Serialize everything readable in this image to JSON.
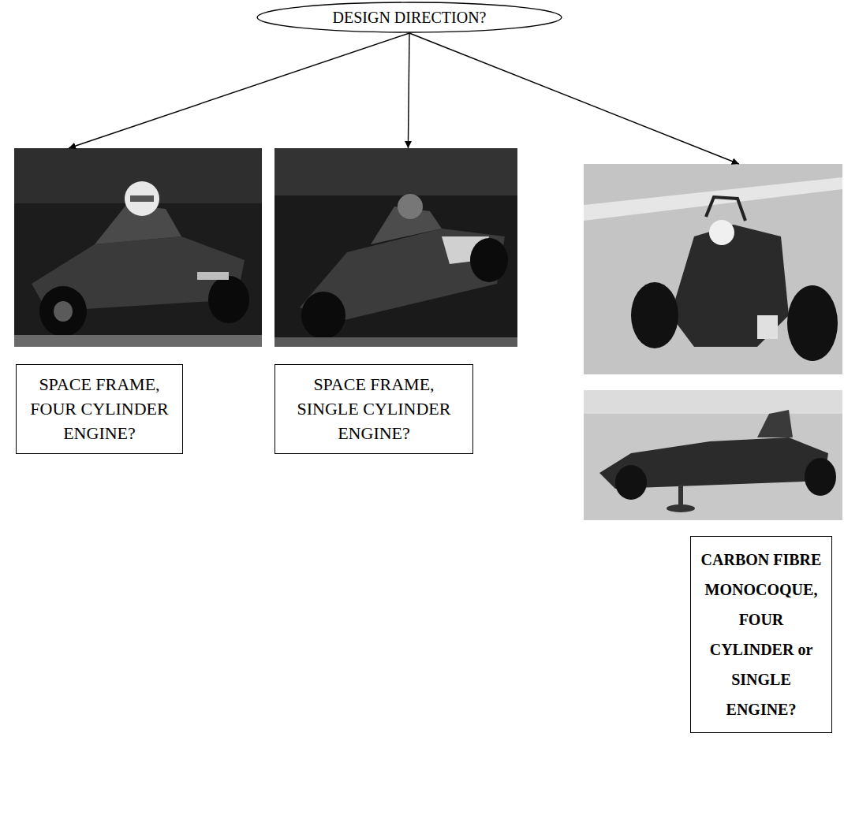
{
  "diagram": {
    "nodes": [
      {
        "text": [
          "DESIGN DIRECTION?"
        ]
      },
      {
        "text": [
          "SPACE FRAME, FOUR CYLINDER ENGINE?"
        ]
      },
      {
        "text": [
          "SPACE FRAME, SINGLE CYLINDER ENGINE?"
        ]
      },
      {
        "text": [
          "CARBON FIBRE MONOCOQUE, FOUR CYLINDER or SINGLE ENGINE?"
        ]
      }
    ],
    "edges": [
      {
        "from": 0,
        "to": 1,
        "arrow": "to"
      },
      {
        "from": 0,
        "to": 2,
        "arrow": "to"
      },
      {
        "from": 0,
        "to": 3,
        "arrow": "to"
      }
    ]
  }
}
